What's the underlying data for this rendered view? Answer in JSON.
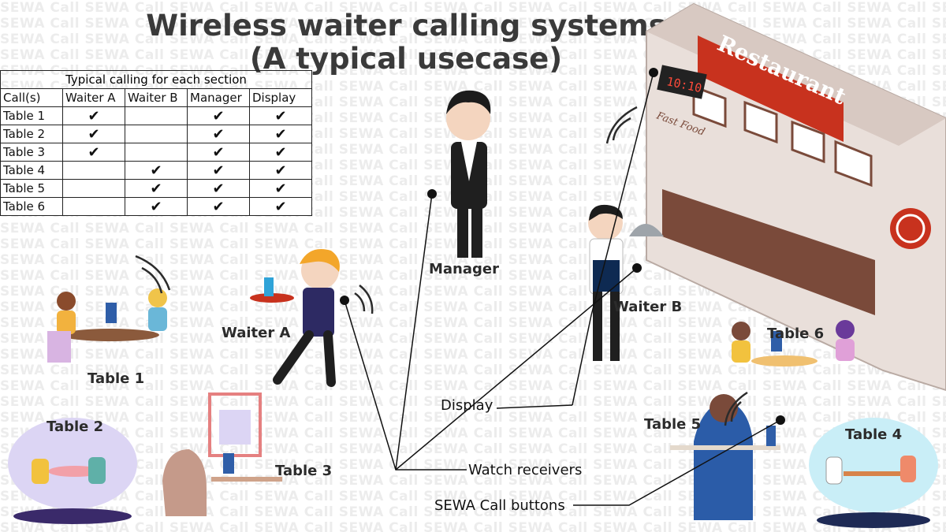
{
  "title_line1": "Wireless waiter calling systems",
  "title_line2": "(A typical usecase)",
  "watermark": "SEWA Call",
  "table": {
    "caption": "Typical calling for each section",
    "headers": [
      "Call(s)",
      "Waiter A",
      "Waiter B",
      "Manager",
      "Display"
    ],
    "rows": [
      {
        "name": "Table 1",
        "marks": [
          true,
          false,
          true,
          true
        ]
      },
      {
        "name": "Table 2",
        "marks": [
          true,
          false,
          true,
          true
        ]
      },
      {
        "name": "Table 3",
        "marks": [
          true,
          false,
          true,
          true
        ]
      },
      {
        "name": "Table 4",
        "marks": [
          false,
          true,
          true,
          true
        ]
      },
      {
        "name": "Table 5",
        "marks": [
          false,
          true,
          true,
          true
        ]
      },
      {
        "name": "Table 6",
        "marks": [
          false,
          true,
          true,
          true
        ]
      }
    ],
    "check_glyph": "✔"
  },
  "labels": {
    "manager": "Manager",
    "waiter_a": "Waiter A",
    "waiter_b": "Waiter B",
    "table1": "Table 1",
    "table2": "Table 2",
    "table3": "Table 3",
    "table4": "Table 4",
    "table5": "Table 5",
    "table6": "Table 6",
    "display": "Display",
    "watch": "Watch receivers",
    "buttons": "SEWA Call buttons",
    "restaurant_sign": "Restaurant",
    "clock": "10:10",
    "fast_food": "Fast Food"
  },
  "colors": {
    "title": "#3a3a3a",
    "sign_red": "#c8321e",
    "restaurant_wall": "#e9dfda",
    "counter_brown": "#7a4a3a"
  }
}
